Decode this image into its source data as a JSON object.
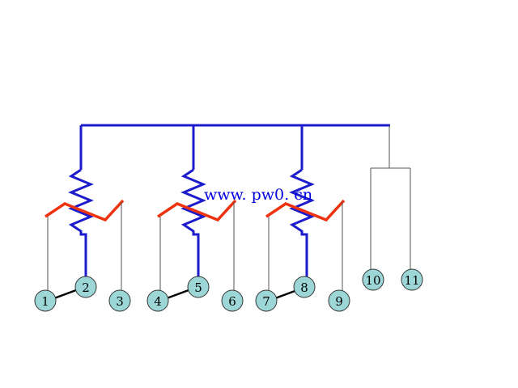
{
  "watermark": "www. pw0. cn",
  "pins": [
    {
      "label": "1"
    },
    {
      "label": "2"
    },
    {
      "label": "3"
    },
    {
      "label": "4"
    },
    {
      "label": "5"
    },
    {
      "label": "6"
    },
    {
      "label": "7"
    },
    {
      "label": "8"
    },
    {
      "label": "9"
    },
    {
      "label": "10"
    },
    {
      "label": "11"
    }
  ],
  "colors": {
    "bus": "#1c1ccc",
    "wiper": "#ee3311",
    "pin_fill": "#9cd6d6",
    "pin_stroke": "#333333",
    "lead": "#555555",
    "jumper": "#000000"
  }
}
